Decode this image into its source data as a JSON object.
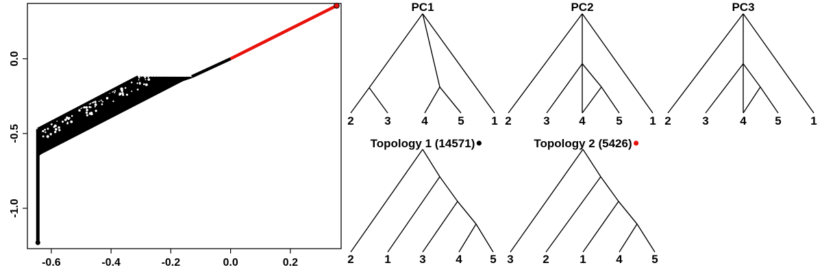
{
  "chart_data": [
    {
      "type": "scatter",
      "title": "",
      "xlabel": "",
      "ylabel": "",
      "xlim": [
        -0.68,
        0.37
      ],
      "ylim": [
        -1.27,
        0.37
      ],
      "x_ticks": [
        -0.6,
        -0.4,
        -0.2,
        0.0,
        0.2
      ],
      "x_tick_labels": [
        "-0.6",
        "-0.4",
        "-0.2",
        "0.0",
        "0.2"
      ],
      "y_ticks": [
        -1.0,
        -0.5,
        0.0
      ],
      "y_tick_labels": [
        "-1.0",
        "-0.5",
        "0.0"
      ],
      "grid": false,
      "legend": "none",
      "series": [
        {
          "color": "#000000",
          "description_points": [
            {
              "x": -0.645,
              "y": -1.23
            },
            {
              "x": -0.645,
              "y": -0.65
            },
            {
              "x": -0.645,
              "y": -0.47
            },
            {
              "x": -0.31,
              "y": -0.12
            },
            {
              "x": -0.13,
              "y": -0.12
            },
            {
              "x": 0.0,
              "y": 0.0
            }
          ]
        },
        {
          "color": "#e8120c",
          "description_points": [
            {
              "x": 0.0,
              "y": 0.0
            },
            {
              "x": 0.355,
              "y": 0.355
            }
          ]
        }
      ]
    }
  ],
  "trees": [
    {
      "title": "PC1",
      "leaves": [
        "2",
        "3",
        "4",
        "5",
        "1"
      ],
      "marker": null
    },
    {
      "title": "PC2",
      "leaves": [
        "2",
        "3",
        "4",
        "5",
        "1"
      ],
      "marker": null
    },
    {
      "title": "PC3",
      "leaves": [
        "2",
        "3",
        "4",
        "5",
        "1"
      ],
      "marker": null
    },
    {
      "title": "Topology 1 (14571)",
      "leaves": [
        "2",
        "1",
        "3",
        "4",
        "5"
      ],
      "marker": "#000000"
    },
    {
      "title": "Topology 2 (5426)",
      "leaves": [
        "3",
        "2",
        "1",
        "4",
        "5"
      ],
      "marker": "#e8120c"
    }
  ]
}
